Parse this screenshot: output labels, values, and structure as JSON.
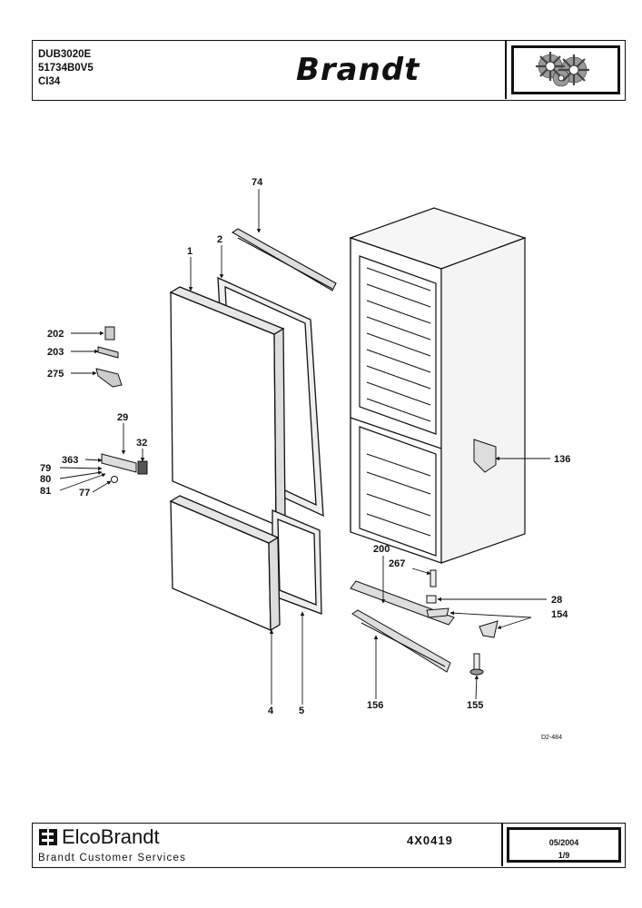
{
  "header": {
    "model": "DUB3020E",
    "reference": "51734B0V5",
    "variant": "CI34",
    "brand": "Brandt",
    "logo_icon": "gears-logo-icon"
  },
  "diagram": {
    "drawing_id": "D2-484",
    "parts": [
      {
        "id": "74"
      },
      {
        "id": "2"
      },
      {
        "id": "1"
      },
      {
        "id": "202"
      },
      {
        "id": "203"
      },
      {
        "id": "275"
      },
      {
        "id": "29"
      },
      {
        "id": "32"
      },
      {
        "id": "363"
      },
      {
        "id": "79"
      },
      {
        "id": "80"
      },
      {
        "id": "81"
      },
      {
        "id": "77"
      },
      {
        "id": "136"
      },
      {
        "id": "200"
      },
      {
        "id": "267"
      },
      {
        "id": "28"
      },
      {
        "id": "154"
      },
      {
        "id": "156"
      },
      {
        "id": "155"
      },
      {
        "id": "4"
      },
      {
        "id": "5"
      }
    ]
  },
  "footer": {
    "company": "ElcoBrandt",
    "service": "Brandt Customer Services",
    "doc_ref": "4X0419",
    "date": "05/2004",
    "page": "1/9",
    "logo_icon": "eb-logo-icon"
  }
}
